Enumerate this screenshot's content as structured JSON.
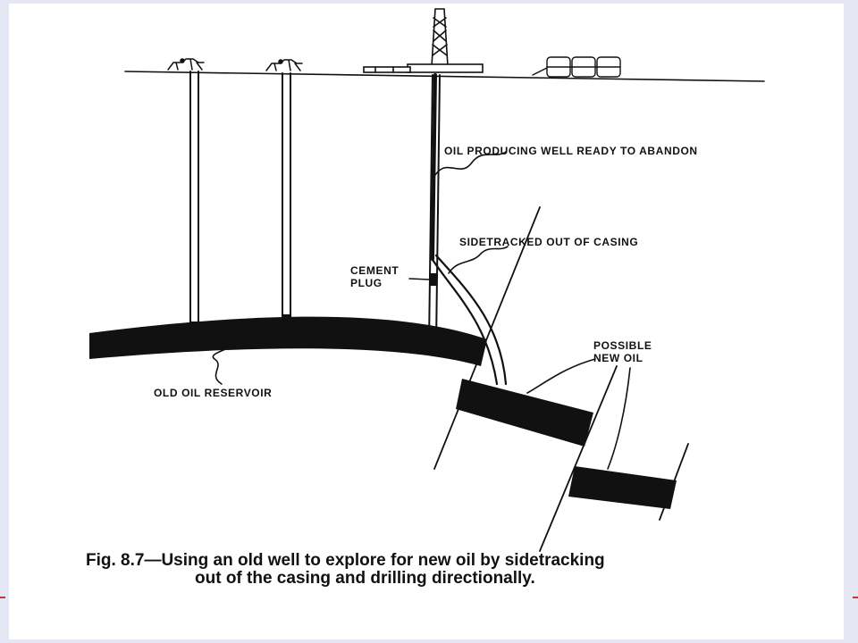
{
  "labels": {
    "producing_well": "OIL PRODUCING WELL READY TO ABANDON",
    "sidetracked": "SIDETRACKED OUT OF CASING",
    "cement_plug_line1": "CEMENT",
    "cement_plug_line2": "PLUG",
    "possible_line1": "POSSIBLE",
    "possible_line2": "NEW OIL",
    "old_reservoir": "OLD OIL RESERVOIR"
  },
  "caption": {
    "line1": "Fig. 8.7—Using an old well to explore for new oil by sidetracking",
    "line2": "out of the casing and drilling directionally."
  },
  "colors": {
    "frame": "#e4e6f4",
    "paper": "#ffffff",
    "ink": "#111111"
  }
}
